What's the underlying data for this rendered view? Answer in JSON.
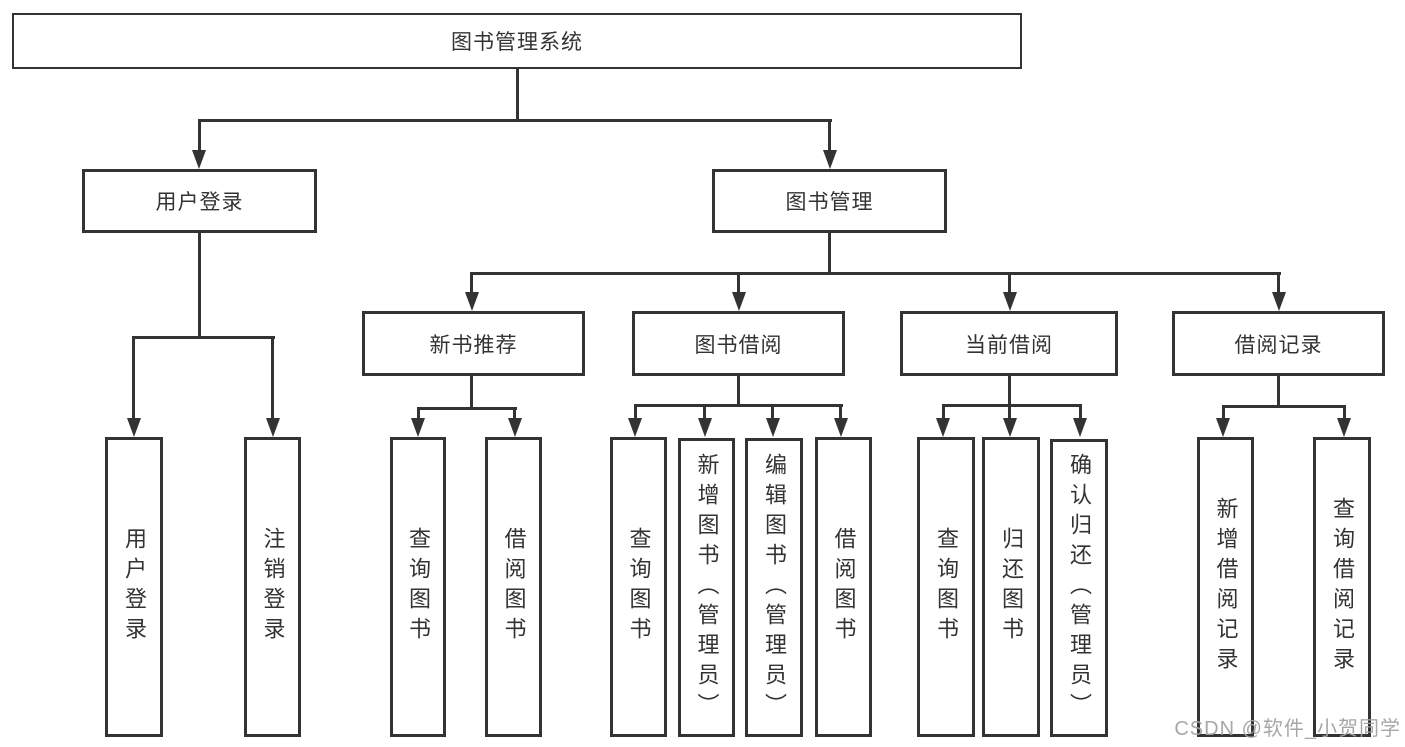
{
  "diagram_type": "hierarchy-tree",
  "colors": {
    "line": "#333333",
    "text": "#333333",
    "background": "#ffffff",
    "watermark": "#a3a3a3"
  },
  "tree": {
    "label": "图书管理系统",
    "children": [
      {
        "label": "用户登录",
        "children": [
          {
            "label": "用户登录"
          },
          {
            "label": "注销登录"
          }
        ]
      },
      {
        "label": "图书管理",
        "children": [
          {
            "label": "新书推荐",
            "children": [
              {
                "label": "查询图书"
              },
              {
                "label": "借阅图书"
              }
            ]
          },
          {
            "label": "图书借阅",
            "children": [
              {
                "label": "查询图书"
              },
              {
                "label": "新增图书（管理员）"
              },
              {
                "label": "编辑图书（管理员）"
              },
              {
                "label": "借阅图书"
              }
            ]
          },
          {
            "label": "当前借阅",
            "children": [
              {
                "label": "查询图书"
              },
              {
                "label": "归还图书"
              },
              {
                "label": "确认归还（管理员）"
              }
            ]
          },
          {
            "label": "借阅记录",
            "children": [
              {
                "label": "新增借阅记录"
              },
              {
                "label": "查询借阅记录"
              }
            ]
          }
        ]
      }
    ]
  },
  "watermark": {
    "text": "CSDN @软件_小贺同学"
  }
}
